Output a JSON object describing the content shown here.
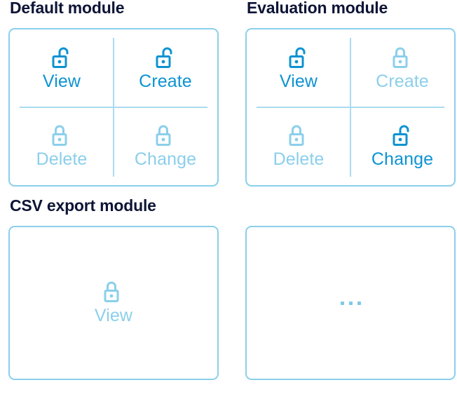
{
  "colors": {
    "heading": "#0d1436",
    "enabled": "#0d93d2",
    "disabled": "#8bcfeb",
    "border": "#8bcfeb",
    "divider": "#a9dcf0",
    "background": "#ffffff"
  },
  "modules": [
    {
      "title": "Default module",
      "layout": "quad",
      "permissions": [
        {
          "label": "View",
          "state": "enabled",
          "icon": "unlock-icon"
        },
        {
          "label": "Create",
          "state": "enabled",
          "icon": "unlock-icon"
        },
        {
          "label": "Delete",
          "state": "disabled",
          "icon": "lock-icon"
        },
        {
          "label": "Change",
          "state": "disabled",
          "icon": "lock-icon"
        }
      ]
    },
    {
      "title": "Evaluation module",
      "layout": "quad",
      "permissions": [
        {
          "label": "View",
          "state": "enabled",
          "icon": "unlock-icon"
        },
        {
          "label": "Create",
          "state": "disabled",
          "icon": "lock-icon"
        },
        {
          "label": "Delete",
          "state": "disabled",
          "icon": "lock-icon"
        },
        {
          "label": "Change",
          "state": "enabled",
          "icon": "unlock-icon"
        }
      ]
    },
    {
      "title": "CSV export module",
      "layout": "single",
      "permissions": [
        {
          "label": "View",
          "state": "disabled",
          "icon": "lock-icon"
        }
      ]
    },
    {
      "title": "",
      "layout": "placeholder",
      "placeholder_label": "...",
      "permissions": []
    }
  ]
}
